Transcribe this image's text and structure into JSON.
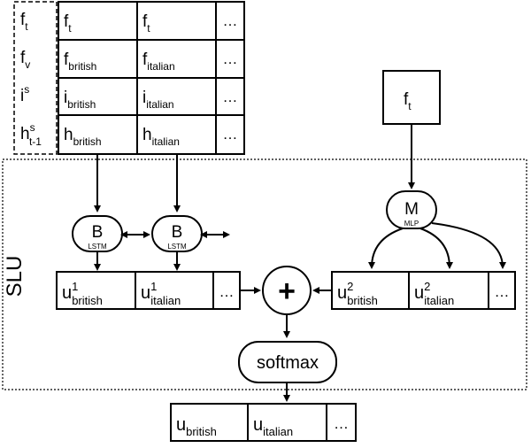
{
  "legend_rows": [
    {
      "base": "f",
      "sub": "t",
      "sup": ""
    },
    {
      "base": "f",
      "sub": "v",
      "sup": ""
    },
    {
      "base": "i",
      "sub": "",
      "sup": "s"
    },
    {
      "base": "h",
      "sub": "t-1",
      "sup": "s"
    }
  ],
  "feature_table": {
    "col_british": [
      {
        "base": "f",
        "sub": "t"
      },
      {
        "base": "f",
        "sub": "british"
      },
      {
        "base": "i",
        "sub": "british"
      },
      {
        "base": "h",
        "sub": "british"
      }
    ],
    "col_italian": [
      {
        "base": "f",
        "sub": "t"
      },
      {
        "base": "f",
        "sub": "italian"
      },
      {
        "base": "i",
        "sub": "italian"
      },
      {
        "base": "h",
        "sub": "italian"
      }
    ],
    "ellipsis": "…"
  },
  "input_ft": {
    "base": "f",
    "sub": "t"
  },
  "mlp_node": {
    "label": "M",
    "sublabel": "MLP"
  },
  "lstm_nodes": [
    {
      "label": "B",
      "sublabel": "LSTM"
    },
    {
      "label": "B",
      "sublabel": "LSTM"
    }
  ],
  "slu_label": "SLU",
  "u1_row": [
    {
      "base": "u",
      "sup": "1",
      "sub": "british"
    },
    {
      "base": "u",
      "sup": "1",
      "sub": "italian"
    }
  ],
  "u2_row": [
    {
      "base": "u",
      "sup": "2",
      "sub": "british"
    },
    {
      "base": "u",
      "sup": "2",
      "sub": "italian"
    }
  ],
  "plus_symbol": "+",
  "softmax_label": "softmax",
  "output_row": [
    {
      "base": "u",
      "sub": "british"
    },
    {
      "base": "u",
      "sub": "italian"
    }
  ],
  "ellipsis": "…"
}
